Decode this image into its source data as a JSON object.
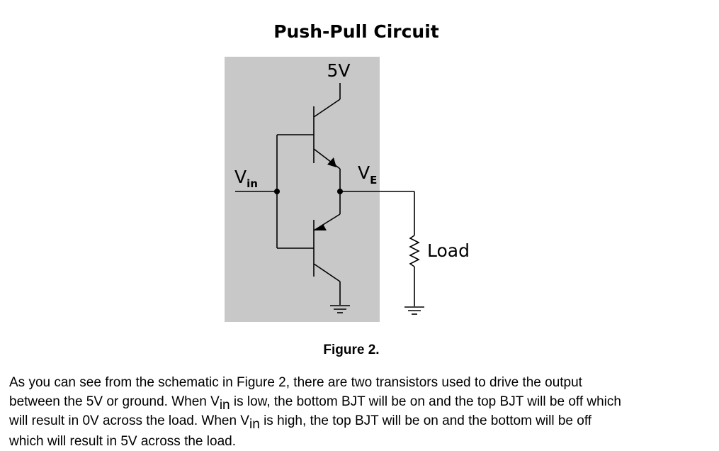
{
  "diagram": {
    "title": "Push-Pull Circuit",
    "supply_label": "5V",
    "vin_label": {
      "main": "V",
      "sub": "in"
    },
    "ve_label": {
      "main": "V",
      "sub": "E"
    },
    "load_label": "Load",
    "colors": {
      "panel": "#c8c8c8",
      "wire": "#000000"
    }
  },
  "caption": "Figure 2.",
  "paragraph": {
    "line1": "As you can see from the schematic in Figure 2, there are two transistors used to drive the output",
    "line2_a": "between the 5V or ground. When V",
    "line2_sub": "in",
    "line2_b": " is low, the bottom BJT will be on and the top BJT will be off which",
    "line3_a": "will result in 0V across the load. When V",
    "line3_sub": "in",
    "line3_b": " is high, the top BJT will be on and the bottom will be off",
    "line4": "which will result in 5V across the load."
  }
}
